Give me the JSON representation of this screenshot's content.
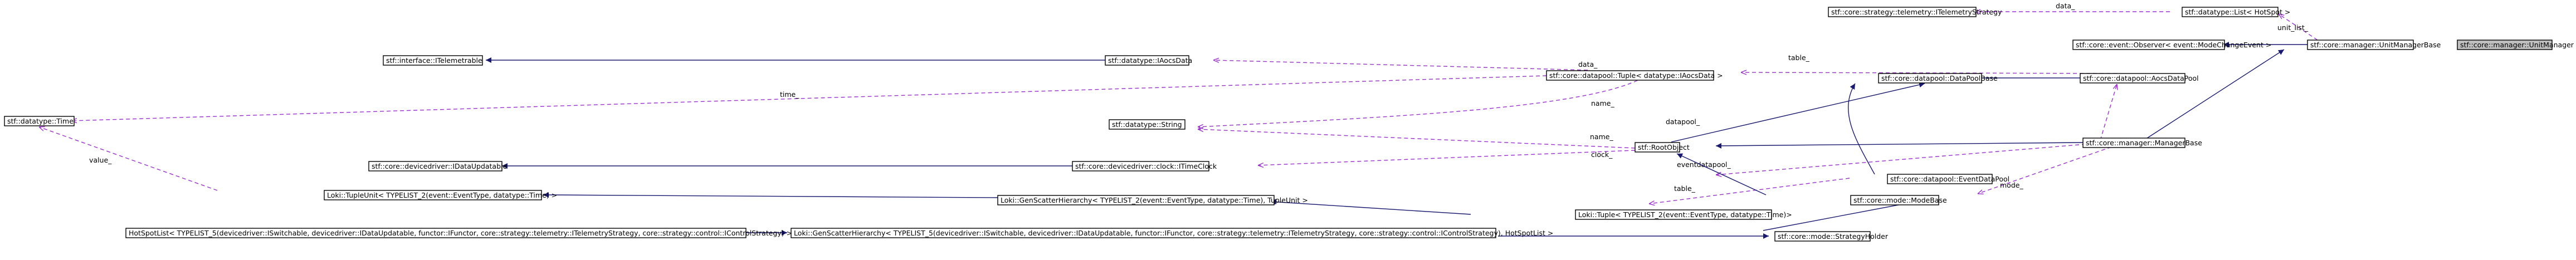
{
  "diagram": {
    "nodes": [
      {
        "id": "unitmanager",
        "label": "stf::core::manager::UnitManager",
        "highlight": true
      },
      {
        "id": "unitmanagerbase",
        "label": "stf::core::manager::UnitManagerBase"
      },
      {
        "id": "observer",
        "label": "stf::core::event::Observer< event::ModeChangeEvent >"
      },
      {
        "id": "listhotspot",
        "label": "stf::datatype::List< HotSpot >"
      },
      {
        "id": "itelemetrystrategy",
        "label": "stf::core::strategy::telemetry::ITelemetryStrategy"
      },
      {
        "id": "managerbase",
        "label": "stf::core::manager::ManagerBase"
      },
      {
        "id": "rootobject",
        "label": "stf::RootObject"
      },
      {
        "id": "datapoolbase",
        "label": "stf::core::datapool::DataPoolBase"
      },
      {
        "id": "aocsdatapool",
        "label": "stf::core::datapool::AocsDataPool"
      },
      {
        "id": "tuple",
        "label": "stf::core::datapool::Tuple< datatype::IAocsData >"
      },
      {
        "id": "iaocsdata",
        "label": "stf::datatype::IAocsData"
      },
      {
        "id": "itelemetrable",
        "label": "stf::interface::ITelemetrable"
      },
      {
        "id": "time",
        "label": "stf::datatype::Time"
      },
      {
        "id": "string",
        "label": "stf::datatype::String"
      },
      {
        "id": "itimeclock",
        "label": "stf::core::devicedriver::clock::ITimeClock"
      },
      {
        "id": "idataupdatable",
        "label": "stf::core::devicedriver::IDataUpdatable"
      },
      {
        "id": "tupleunit",
        "label": "Loki::TupleUnit< TYPELIST_2(event::EventType, datatype::Time) >"
      },
      {
        "id": "genscatter2",
        "label": "Loki::GenScatterHierarchy< TYPELIST_2(event::EventType, datatype::Time), TupleUnit >"
      },
      {
        "id": "lokituple",
        "label": "Loki::Tuple< TYPELIST_2(event::EventType, datatype::Time)>"
      },
      {
        "id": "eventdatapool",
        "label": "stf::core::datapool::EventDataPool"
      },
      {
        "id": "modebase",
        "label": "stf::core::mode::ModeBase"
      },
      {
        "id": "strategyholder",
        "label": "stf::core::mode::StrategyHolder"
      },
      {
        "id": "genscatter5",
        "label": "Loki::GenScatterHierarchy< TYPELIST_5(devicedriver::ISwitchable, devicedriver::IDataUpdatable, functor::IFunctor, core::strategy::telemetry::ITelemetryStrategy, core::strategy::control::IControlStrategy), HotSpotList >"
      },
      {
        "id": "hotspotlist",
        "label": "HotSpotList< TYPELIST_5(devicedriver::ISwitchable, devicedriver::IDataUpdatable, functor::IFunctor, core::strategy::telemetry::ITelemetryStrategy, core::strategy::control::IControlStrategy) >"
      }
    ],
    "edges": [
      {
        "id": "e-ubase-um",
        "kind": "inheritance",
        "label": ""
      },
      {
        "id": "e-obs-ubase",
        "kind": "inheritance",
        "label": ""
      },
      {
        "id": "e-mb-ubase",
        "kind": "inheritance",
        "label": ""
      },
      {
        "id": "e-list-ubase",
        "kind": "usage",
        "label": "unit_list_"
      },
      {
        "id": "e-tel-list",
        "kind": "usage",
        "label": "data_"
      },
      {
        "id": "e-root-mb",
        "kind": "inheritance",
        "label": ""
      },
      {
        "id": "e-adp-mb",
        "kind": "usage",
        "label": "datapool_"
      },
      {
        "id": "e-edp-mb",
        "kind": "usage",
        "label": "eventdatapool_"
      },
      {
        "id": "e-modebase-mb",
        "kind": "usage",
        "label": "mode_"
      },
      {
        "id": "e-dpb-adp",
        "kind": "inheritance",
        "label": ""
      },
      {
        "id": "e-tuple-adp",
        "kind": "usage",
        "label": "table_"
      },
      {
        "id": "e-root-dpb",
        "kind": "inheritance",
        "label": ""
      },
      {
        "id": "e-iaocs-tuple",
        "kind": "usage",
        "label": "data_"
      },
      {
        "id": "e-time-tuple",
        "kind": "usage",
        "label": "time_"
      },
      {
        "id": "e-string-tuple",
        "kind": "usage",
        "label": "name_"
      },
      {
        "id": "e-itel-iaocs",
        "kind": "inheritance",
        "label": ""
      },
      {
        "id": "e-string-root",
        "kind": "usage",
        "label": "name_"
      },
      {
        "id": "e-clock-root",
        "kind": "usage",
        "label": "clock_"
      },
      {
        "id": "e-idu-clock",
        "kind": "inheritance",
        "label": ""
      },
      {
        "id": "e-tupleunit-genscatter2",
        "kind": "inheritance",
        "label": ""
      },
      {
        "id": "e-time-tupleunit",
        "kind": "usage",
        "label": "value_"
      },
      {
        "id": "e-genscatter2-lokituple",
        "kind": "inheritance",
        "label": ""
      },
      {
        "id": "e-lokituple-edp",
        "kind": "usage",
        "label": "table_"
      },
      {
        "id": "e-dpb-edp",
        "kind": "inheritance",
        "label": ""
      },
      {
        "id": "e-root-modebase",
        "kind": "inheritance",
        "label": ""
      },
      {
        "id": "e-sh-modebase",
        "kind": "inheritance",
        "label": ""
      },
      {
        "id": "e-gs5-sh",
        "kind": "inheritance",
        "label": ""
      },
      {
        "id": "e-hsl-gs5",
        "kind": "inheritance",
        "label": ""
      }
    ]
  }
}
